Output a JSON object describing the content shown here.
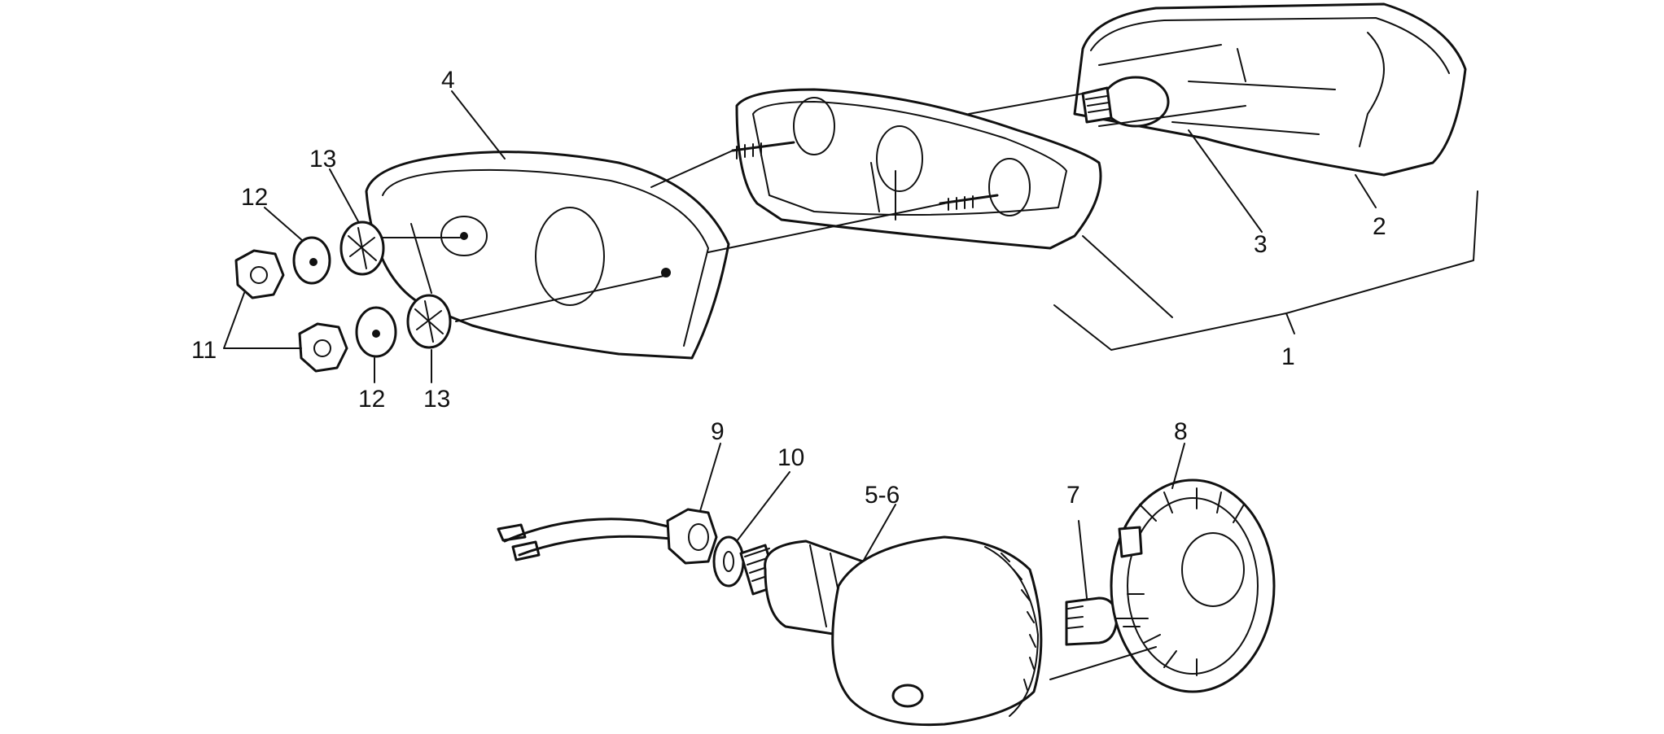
{
  "labels": {
    "l1": "1",
    "l2": "2",
    "l3": "3",
    "l4": "4",
    "l56": "5-6",
    "l7": "7",
    "l8": "8",
    "l9": "9",
    "l10": "10",
    "l11": "11",
    "l12a": "12",
    "l12b": "12",
    "l13a": "13",
    "l13b": "13"
  },
  "colors": {
    "ink": "#111111",
    "paper": "#ffffff"
  }
}
